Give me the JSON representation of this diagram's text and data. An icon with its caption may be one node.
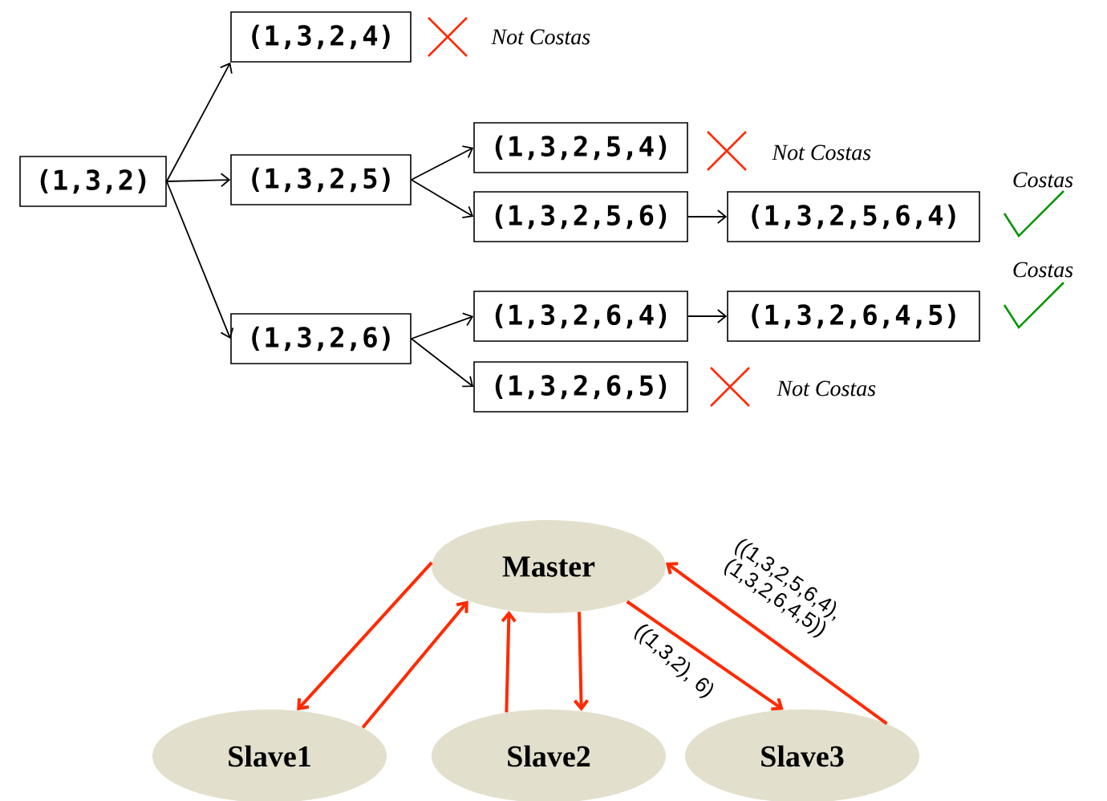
{
  "diagram": {
    "nodes": [
      {
        "text": [
          "(1,3,2)"
        ]
      },
      {
        "text": [
          "(1,3,2,4)"
        ]
      },
      {
        "text": [
          "(1,3,2,5)"
        ]
      },
      {
        "text": [
          "(1,3,2,5,4)"
        ]
      },
      {
        "text": [
          "(1,3,2,5,6)"
        ]
      },
      {
        "text": [
          "(1,3,2,5,6,4)"
        ]
      },
      {
        "text": [
          "(1,3,2,6)"
        ]
      },
      {
        "text": [
          "(1,3,2,6,4)"
        ]
      },
      {
        "text": [
          "(1,3,2,6,4,5)"
        ]
      },
      {
        "text": [
          "(1,3,2,6,5)"
        ]
      },
      {
        "text": [
          "Master"
        ]
      },
      {
        "text": [
          "Slave1"
        ]
      },
      {
        "text": [
          "Slave2"
        ]
      },
      {
        "text": [
          "Slave3"
        ]
      }
    ],
    "edges": [
      {
        "from": 0,
        "to": 1,
        "arrow": "to"
      },
      {
        "from": 0,
        "to": 2,
        "arrow": "to"
      },
      {
        "from": 0,
        "to": 6,
        "arrow": "to"
      },
      {
        "from": 2,
        "to": 3,
        "arrow": "to"
      },
      {
        "from": 2,
        "to": 4,
        "arrow": "to"
      },
      {
        "from": 4,
        "to": 5,
        "arrow": "to"
      },
      {
        "from": 6,
        "to": 7,
        "arrow": "to"
      },
      {
        "from": 6,
        "to": 9,
        "arrow": "to"
      },
      {
        "from": 7,
        "to": 8,
        "arrow": "to"
      },
      {
        "from": 10,
        "to": 11,
        "arrow": "to",
        "color": "#ff2a00"
      },
      {
        "from": 11,
        "to": 10,
        "arrow": "to",
        "color": "#ff2a00"
      },
      {
        "from": 12,
        "to": 10,
        "arrow": "to",
        "color": "#ff2a00"
      },
      {
        "from": 10,
        "to": 12,
        "arrow": "to",
        "color": "#ff2a00"
      },
      {
        "from": 10,
        "to": 13,
        "arrow": "to",
        "color": "#ff2a00",
        "label": "((1,3,2), 6)"
      },
      {
        "from": 13,
        "to": 10,
        "arrow": "to",
        "color": "#ff2a00",
        "label": "((1,3,2,5,6,4), (1,3,2,6,4,5))"
      }
    ],
    "labels": [
      "Not Costas",
      "Not Costas",
      "Costas",
      "Costas",
      "Not Costas"
    ]
  }
}
